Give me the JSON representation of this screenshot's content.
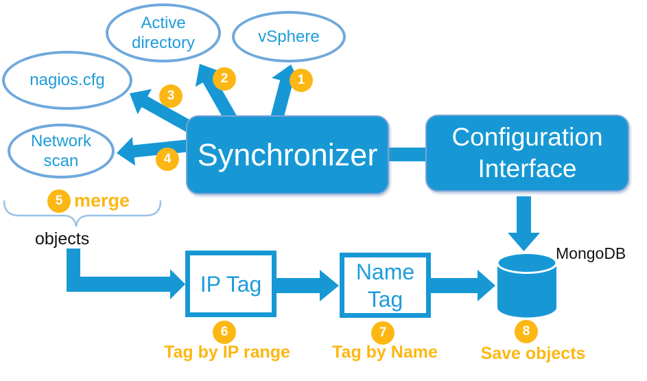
{
  "colors": {
    "blue": "#1798D5",
    "boxBorder": "#7BA2D6",
    "ellipseStroke": "#6FA8DC",
    "nodeText": "#1E9CDA",
    "orange": "#FCB714",
    "brace": "#9CC2E5",
    "dark": "#111111"
  },
  "sources": [
    {
      "label": "vSphere",
      "step": "1"
    },
    {
      "label": "Active directory",
      "step": "2"
    },
    {
      "label": "nagios.cfg",
      "step": "3"
    },
    {
      "label": "Network scan",
      "step": "4"
    }
  ],
  "core": {
    "synchronizer": "Synchronizer",
    "configuration_interface": "Configuration Interface"
  },
  "merge": {
    "step": "5",
    "label": "merge",
    "objects": "objects"
  },
  "pipeline": {
    "ip_tag": {
      "box": "IP Tag",
      "step": "6",
      "caption": "Tag by IP range"
    },
    "name_tag": {
      "box": "Name Tag",
      "step": "7",
      "caption": "Tag by Name"
    },
    "mongodb": {
      "label": "MongoDB",
      "step": "8",
      "caption": "Save objects"
    }
  }
}
